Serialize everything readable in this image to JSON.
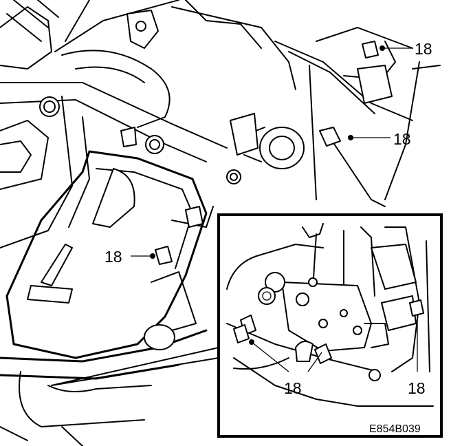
{
  "diagram": {
    "callouts": [
      {
        "id": "fastener-top-right",
        "label": "18"
      },
      {
        "id": "fastener-mid-right",
        "label": "18"
      },
      {
        "id": "fastener-left",
        "label": "18"
      },
      {
        "id": "inset-fastener-center",
        "label": "18"
      },
      {
        "id": "inset-fastener-right",
        "label": "18"
      }
    ],
    "figure_code": "E854B039"
  }
}
